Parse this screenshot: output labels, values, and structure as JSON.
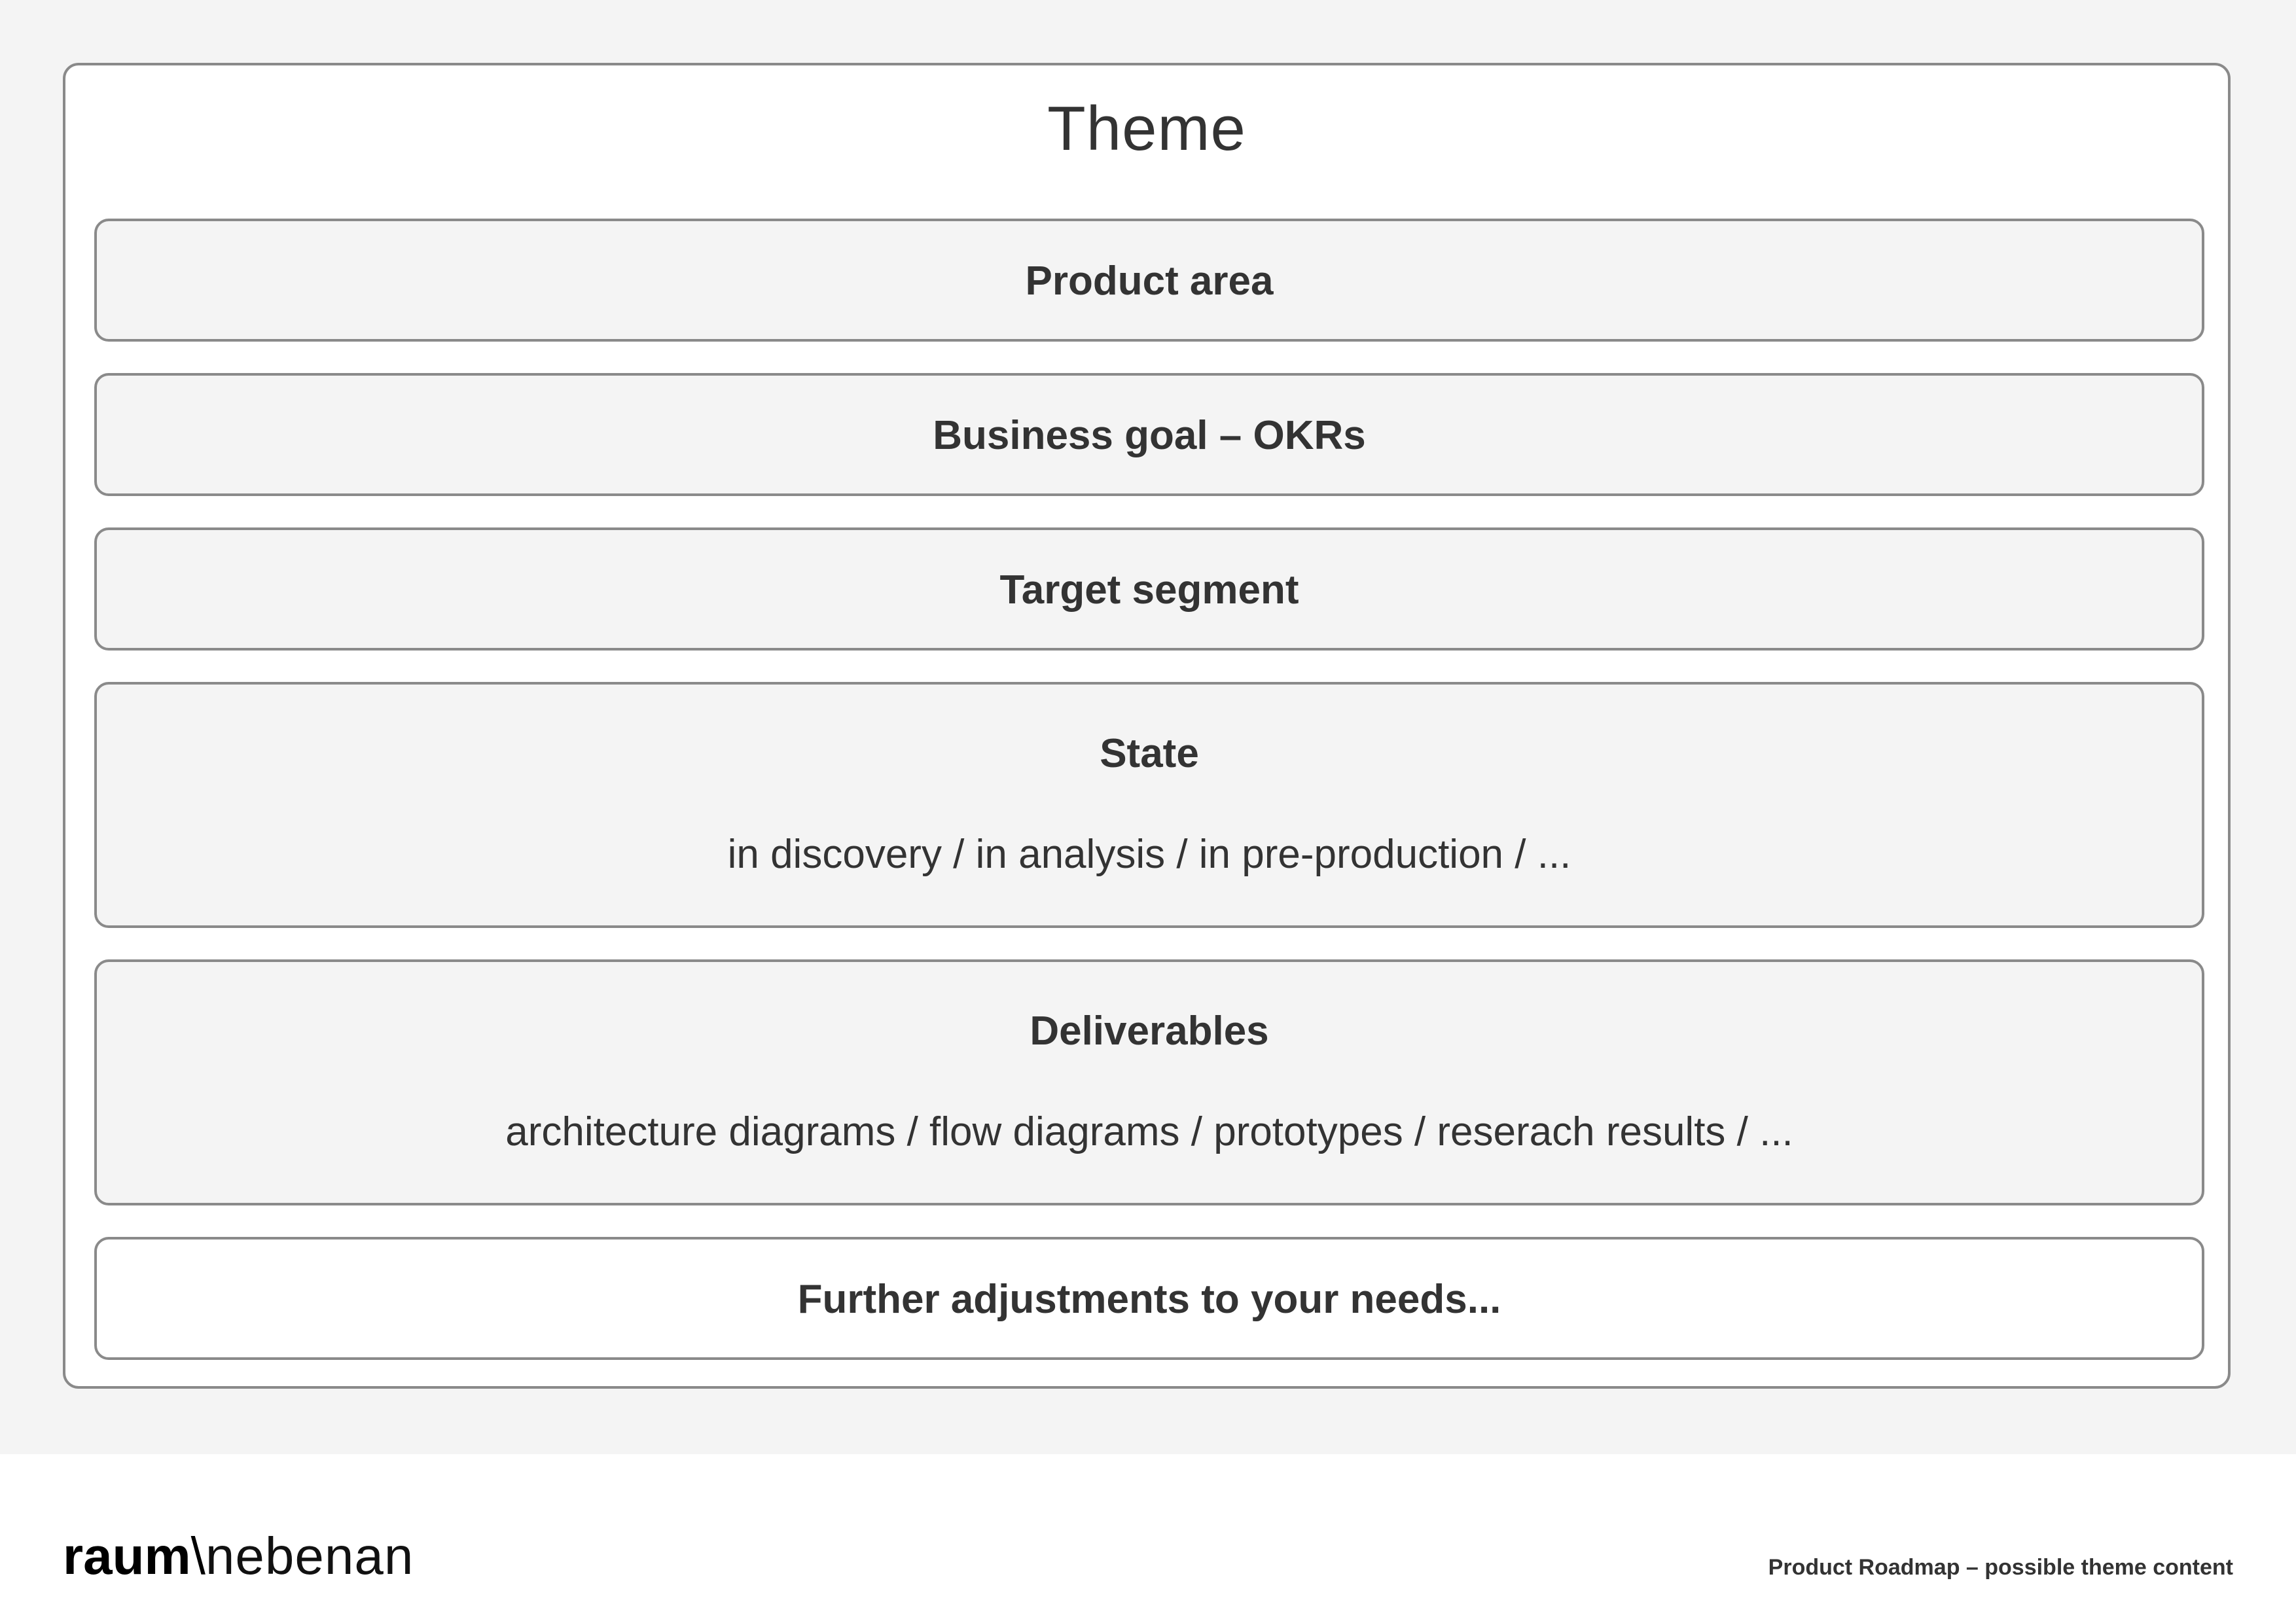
{
  "theme": {
    "title": "Theme",
    "fields": [
      {
        "label": "Product area"
      },
      {
        "label": "Business goal – OKRs"
      },
      {
        "label": "Target segment"
      },
      {
        "label": "State",
        "sub": "in discovery / in analysis / in pre-production / ..."
      },
      {
        "label": "Deliverables",
        "sub": "architecture diagrams / flow diagrams / prototypes / reserach results / ..."
      },
      {
        "label": "Further adjustments to your needs..."
      }
    ]
  },
  "footer": {
    "logo": {
      "bold": "raum",
      "separator": "\\",
      "light": "nebenan"
    },
    "caption": "Product Roadmap – possible theme content"
  },
  "colors": {
    "background": "#f4f4f4",
    "card": "#ffffff",
    "border": "#8a8a8a",
    "text": "#333333"
  }
}
